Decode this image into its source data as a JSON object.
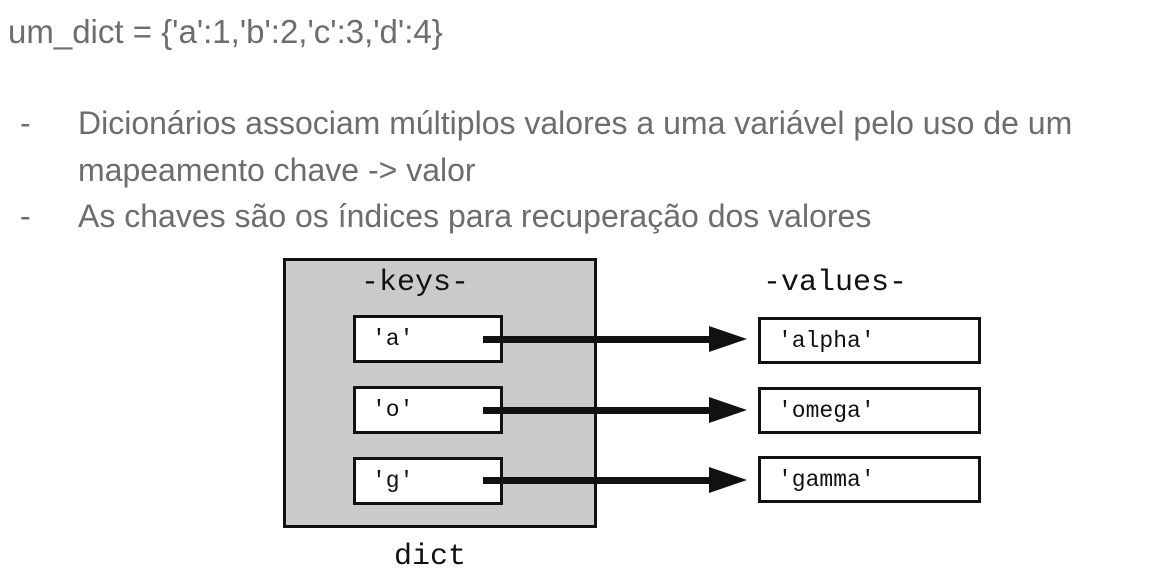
{
  "colors": {
    "background": "#ffffff",
    "body_text": "#6d6d6d",
    "diagram_ink": "#111111",
    "keys_container_fill": "#cbcbcb"
  },
  "code_line": "um_dict = {'a':1,'b':2,'c':3,'d':4}",
  "bullets": [
    {
      "marker": "-",
      "text": "Dicionários associam múltiplos valores a uma variável pelo uso de um mapeamento chave -> valor"
    },
    {
      "marker": "-",
      "text": "As chaves são os índices para recuperação dos valores"
    }
  ],
  "diagram": {
    "keys_label": "-keys-",
    "values_label": "-values-",
    "container_label": "dict",
    "mappings": [
      {
        "key": "'a'",
        "value": "'alpha'"
      },
      {
        "key": "'o'",
        "value": "'omega'"
      },
      {
        "key": "'g'",
        "value": "'gamma'"
      }
    ]
  }
}
